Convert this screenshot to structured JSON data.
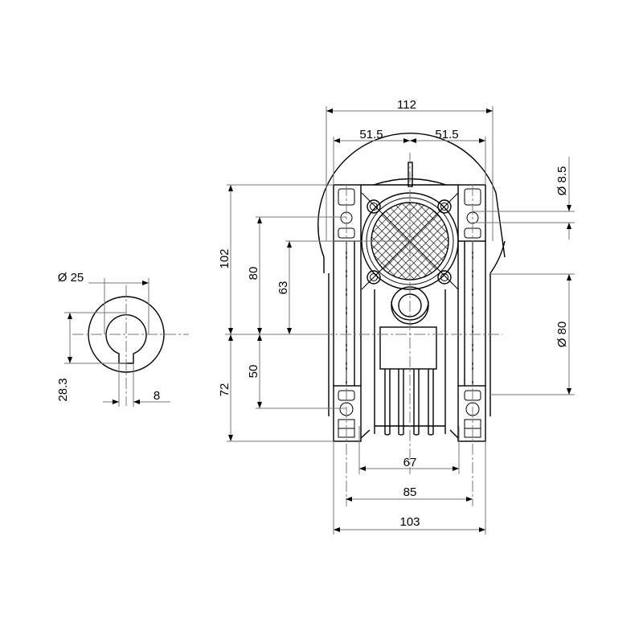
{
  "drawing": {
    "dimensions": {
      "overall_width": "112",
      "half_width_left": "51.5",
      "half_width_right": "51.5",
      "mount_hole_dia": "Ø 8.5",
      "height_top": "102",
      "hole_height_top": "80",
      "input_height": "63",
      "hole_height_bottom": "50",
      "height_bottom": "72",
      "flange_dia": "Ø 80",
      "foot_inner": "67",
      "foot_holes": "85",
      "foot_width": "103",
      "bore_dia": "Ø 25",
      "key_height": "28.3",
      "key_width": "8"
    }
  }
}
